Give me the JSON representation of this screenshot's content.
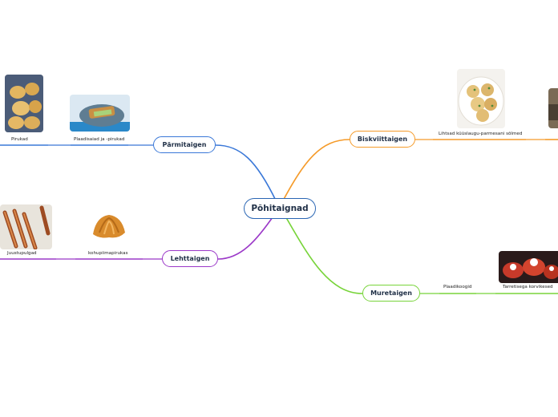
{
  "central": {
    "label": "Põhitaignad"
  },
  "branches": {
    "parm": {
      "label": "Pärmitaigen",
      "color": "#3a78d8",
      "leaves": [
        {
          "label": "Pirukad",
          "image": "buns-photo"
        },
        {
          "label": "Plaadisaiad ja -pirukad",
          "image": "sliced-pie-photo"
        }
      ]
    },
    "biskv": {
      "label": "Biskviittaigen",
      "color": "#f59b2a",
      "leaves": [
        {
          "label": "Lihtsad küüslaugu-parmesani sõlmed",
          "image": "garlic-knots-photo"
        }
      ]
    },
    "leht": {
      "label": "Lehttaigen",
      "color": "#9b38c8",
      "leaves": [
        {
          "label": "Juustupulgad",
          "image": "cheese-sticks-photo"
        },
        {
          "label": "kohupiimapirukas",
          "image": "croissant-photo"
        }
      ]
    },
    "mure": {
      "label": "Muretaigen",
      "color": "#78d43a",
      "leaves": [
        {
          "label": "Plaadikoogid",
          "image": ""
        },
        {
          "label": "Tarretisega korvikesed",
          "image": "tartlets-photo"
        }
      ]
    }
  }
}
